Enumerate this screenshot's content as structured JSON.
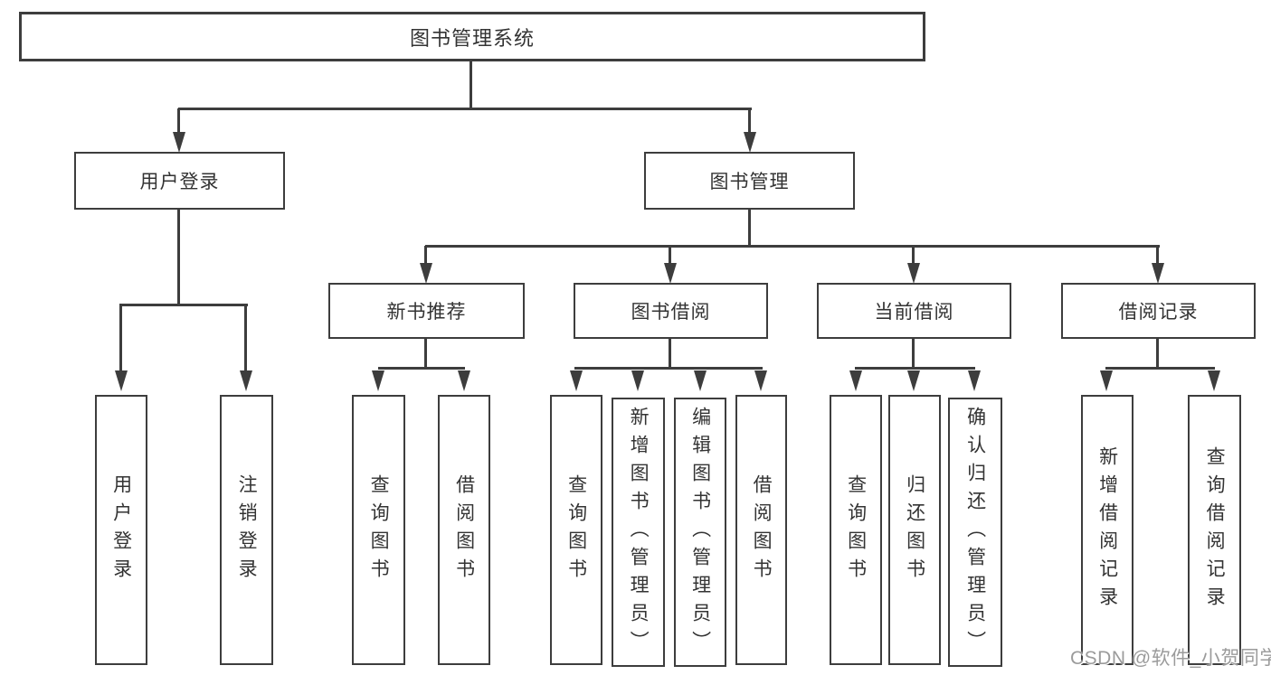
{
  "tree": {
    "root": {
      "label": "图书管理系统"
    },
    "branches": [
      {
        "label": "用户登录",
        "children": [
          {
            "label": "用户登录"
          },
          {
            "label": "注销登录"
          }
        ]
      },
      {
        "label": "图书管理",
        "children": [
          {
            "label": "新书推荐",
            "children": [
              {
                "label": "查询图书"
              },
              {
                "label": "借阅图书"
              }
            ]
          },
          {
            "label": "图书借阅",
            "children": [
              {
                "label": "查询图书"
              },
              {
                "label": "新增图书（管理员）"
              },
              {
                "label": "编辑图书（管理员）"
              },
              {
                "label": "借阅图书"
              }
            ]
          },
          {
            "label": "当前借阅",
            "children": [
              {
                "label": "查询图书"
              },
              {
                "label": "归还图书"
              },
              {
                "label": "确认归还（管理员）"
              }
            ]
          },
          {
            "label": "借阅记录",
            "children": [
              {
                "label": "新增借阅记录"
              },
              {
                "label": "查询借阅记录"
              }
            ]
          }
        ]
      }
    ]
  },
  "watermark": "CSDN @软件_小贺同学",
  "colors": {
    "line": "#3d3d3d",
    "text": "#333333",
    "watermark": "#9b9b9b",
    "background": "#ffffff"
  }
}
